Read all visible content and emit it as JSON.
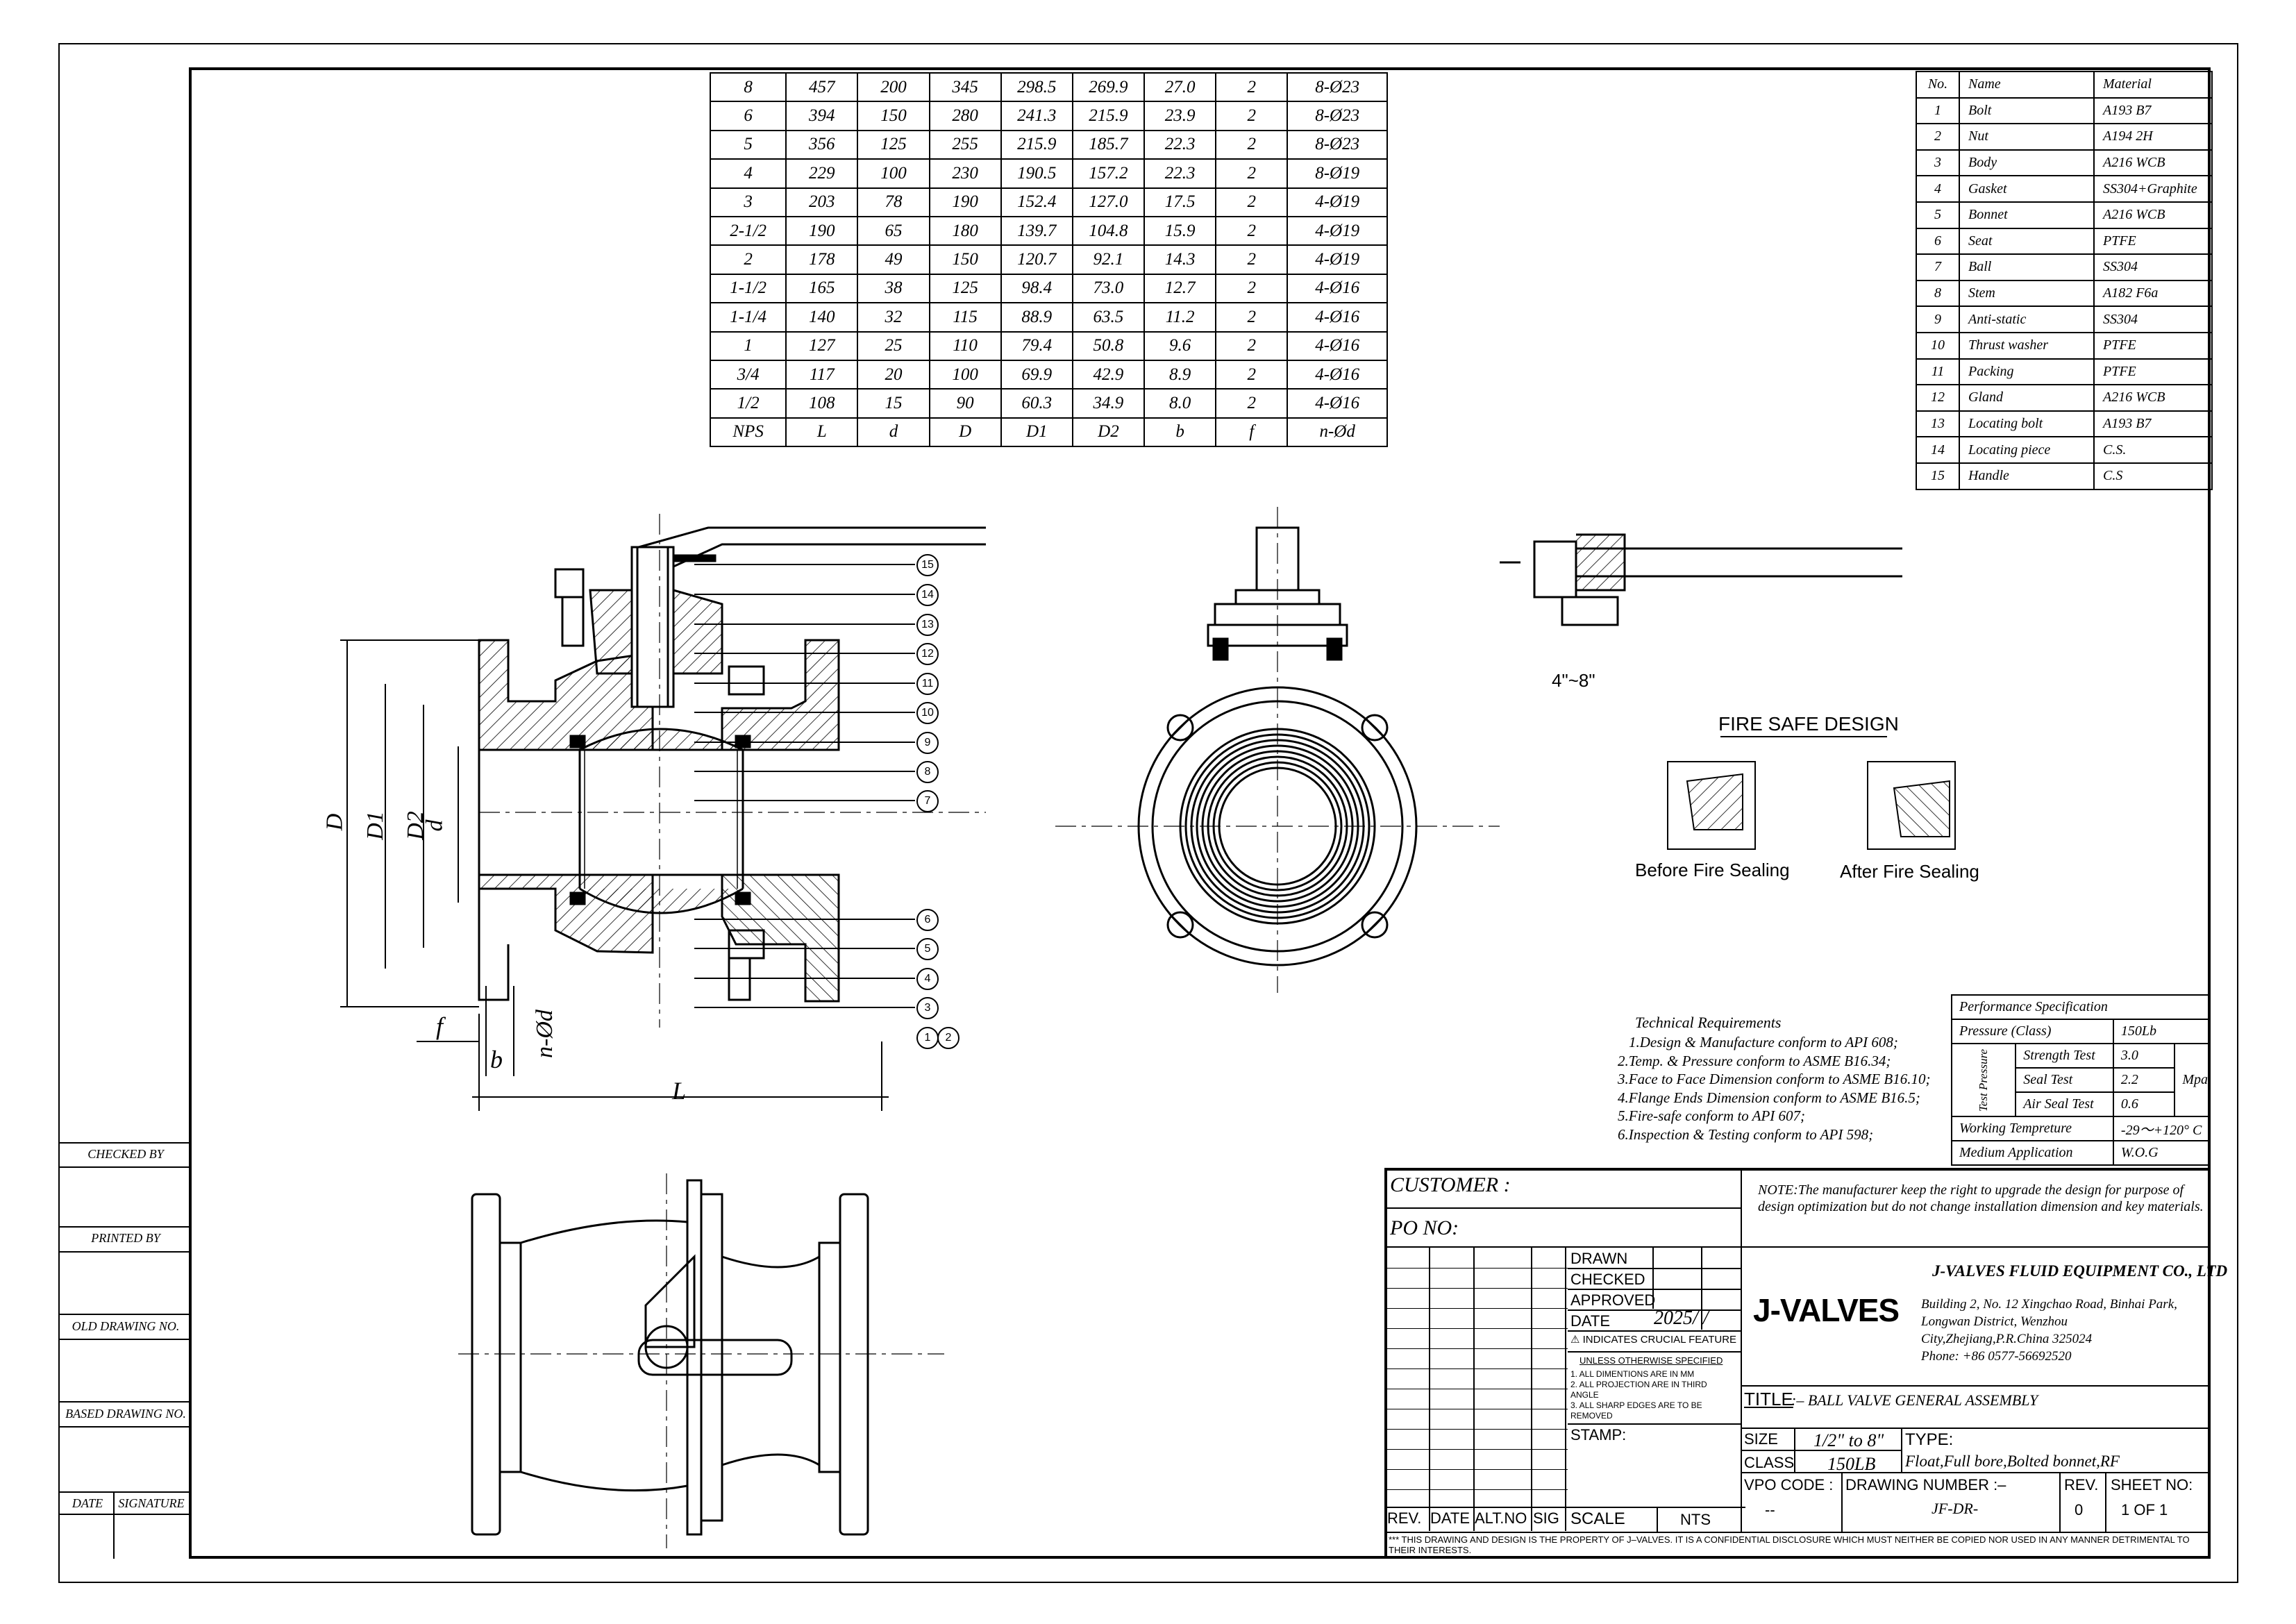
{
  "dimension_table": {
    "rows": [
      [
        "8",
        "457",
        "200",
        "345",
        "298.5",
        "269.9",
        "27.0",
        "2",
        "8-Ø23"
      ],
      [
        "6",
        "394",
        "150",
        "280",
        "241.3",
        "215.9",
        "23.9",
        "2",
        "8-Ø23"
      ],
      [
        "5",
        "356",
        "125",
        "255",
        "215.9",
        "185.7",
        "22.3",
        "2",
        "8-Ø23"
      ],
      [
        "4",
        "229",
        "100",
        "230",
        "190.5",
        "157.2",
        "22.3",
        "2",
        "8-Ø19"
      ],
      [
        "3",
        "203",
        "78",
        "190",
        "152.4",
        "127.0",
        "17.5",
        "2",
        "4-Ø19"
      ],
      [
        "2-1/2",
        "190",
        "65",
        "180",
        "139.7",
        "104.8",
        "15.9",
        "2",
        "4-Ø19"
      ],
      [
        "2",
        "178",
        "49",
        "150",
        "120.7",
        "92.1",
        "14.3",
        "2",
        "4-Ø19"
      ],
      [
        "1-1/2",
        "165",
        "38",
        "125",
        "98.4",
        "73.0",
        "12.7",
        "2",
        "4-Ø16"
      ],
      [
        "1-1/4",
        "140",
        "32",
        "115",
        "88.9",
        "63.5",
        "11.2",
        "2",
        "4-Ø16"
      ],
      [
        "1",
        "127",
        "25",
        "110",
        "79.4",
        "50.8",
        "9.6",
        "2",
        "4-Ø16"
      ],
      [
        "3/4",
        "117",
        "20",
        "100",
        "69.9",
        "42.9",
        "8.9",
        "2",
        "4-Ø16"
      ],
      [
        "1/2",
        "108",
        "15",
        "90",
        "60.3",
        "34.9",
        "8.0",
        "2",
        "4-Ø16"
      ]
    ],
    "headers": [
      "NPS",
      "L",
      "d",
      "D",
      "D1",
      "D2",
      "b",
      "f",
      "n-Ød"
    ]
  },
  "parts_list": {
    "headers": [
      "No.",
      "Name",
      "Material"
    ],
    "rows": [
      [
        "1",
        "Bolt",
        "A193 B7"
      ],
      [
        "2",
        "Nut",
        "A194 2H"
      ],
      [
        "3",
        "Body",
        "A216 WCB"
      ],
      [
        "4",
        "Gasket",
        "SS304+Graphite"
      ],
      [
        "5",
        "Bonnet",
        "A216 WCB"
      ],
      [
        "6",
        "Seat",
        "PTFE"
      ],
      [
        "7",
        "Ball",
        "SS304"
      ],
      [
        "8",
        "Stem",
        "A182 F6a"
      ],
      [
        "9",
        "Anti-static",
        "SS304"
      ],
      [
        "10",
        "Thrust washer",
        "PTFE"
      ],
      [
        "11",
        "Packing",
        "PTFE"
      ],
      [
        "12",
        "Gland",
        "A216 WCB"
      ],
      [
        "13",
        "Locating bolt",
        "A193 B7"
      ],
      [
        "14",
        "Locating piece",
        "C.S."
      ],
      [
        "15",
        "Handle",
        "C.S"
      ]
    ]
  },
  "section_view": {
    "dims": {
      "D": "D",
      "D1": "D1",
      "D2": "D2",
      "d": "d",
      "f": "f",
      "b": "b",
      "nd": "n-Ød",
      "L": "L"
    },
    "balloons": [
      "15",
      "14",
      "13",
      "12",
      "11",
      "10",
      "9",
      "8",
      "7",
      "6",
      "5",
      "4",
      "3",
      "1",
      "2"
    ]
  },
  "handle_detail": {
    "label": "4\"~8\""
  },
  "fire_safe": {
    "title": "FIRE SAFE DESIGN",
    "before": "Before Fire Sealing",
    "after": "After Fire Sealing"
  },
  "technical_requirements": {
    "title": "Technical Requirements",
    "items": [
      "1.Design & Manufacture conform to API 608;",
      "2.Temp. & Pressure conform to ASME B16.34;",
      "3.Face to Face Dimension conform to ASME B16.10;",
      "4.Flange Ends Dimension conform to ASME B16.5;",
      "5.Fire-safe conform to API 607;",
      "6.Inspection & Testing conform to API 598;"
    ]
  },
  "performance": {
    "title": "Performance Specification",
    "pressure_class_label": "Pressure (Class)",
    "pressure_class": "150Lb",
    "test_pressure_label": "Test Pressure",
    "strength_label": "Strength Test",
    "strength": "3.0",
    "seal_label": "Seal Test",
    "seal": "2.2",
    "air_label": "Air Seal Test",
    "air": "0.6",
    "unit": "Mpa",
    "temp_label": "Working Tempreture",
    "temp": "-29～+120° C",
    "medium_label": "Medium Application",
    "medium": "W.O.G"
  },
  "left_strip": {
    "checked_by": "CHECKED BY",
    "printed_by": "PRINTED BY",
    "old_drawing": "OLD DRAWING NO.",
    "based_drawing": "BASED DRAWING NO.",
    "date": "DATE",
    "signature": "SIGNATURE"
  },
  "title_block": {
    "customer": "CUSTOMER :",
    "po_no": "PO NO:",
    "note": "NOTE:The manufacturer keep the right to upgrade the design for purpose of design optimization but do not change installation dimension and key materials.",
    "drawn": "DRAWN",
    "checked": "CHECKED",
    "approved": "APPROVED",
    "date_label": "DATE",
    "date_value": "2025/ /",
    "crucial": "INDICATES CRUCIAL FEATURE",
    "unless": "UNLESS OTHERWISE SPECIFIED",
    "notes": [
      "1. ALL DIMENTIONS ARE IN MM",
      "2. ALL PROJECTION ARE IN THIRD ANGLE",
      "3. ALL SHARP EDGES ARE TO BE REMOVED"
    ],
    "stamp": "STAMP:",
    "rev": "REV.",
    "date2": "DATE",
    "altno": "ALT.NO",
    "sig": "SIG",
    "scale_label": "SCALE",
    "scale": "NTS",
    "logo": "J-VALVES",
    "company": "J-VALVES FLUID EQUIPMENT CO., LTD",
    "address": [
      "Building 2, No. 12 Xingchao Road, Binhai Park,",
      "Longwan District, Wenzhou",
      "City,Zhejiang,P.R.China 325024",
      "Phone: +86 0577-56692520"
    ],
    "title_label": "TITLE",
    "title": ":– BALL  VALVE GENERAL ASSEMBLY",
    "size_label": "SIZE",
    "size": "1/2\" to 8\"",
    "type_label": "TYPE:",
    "type": "Float,Full bore,Bolted bonnet,RF",
    "class_label": "CLASS",
    "class": "150LB",
    "vpo_label": "VPO CODE :",
    "vpo": "--",
    "drawing_number_label": "DRAWING NUMBER :–",
    "drawing_number": "JF-DR-",
    "rev_label": "REV.",
    "rev_value": "0",
    "sheet_label": "SHEET NO:",
    "sheet": "1 OF  1",
    "disclaimer": "*** THIS DRAWING AND DESIGN IS THE PROPERTY OF J–VALVES. IT IS A CONFIDENTIAL DISCLOSURE WHICH MUST NEITHER BE COPIED NOR USED IN ANY MANNER DETRIMENTAL TO THEIR INTERESTS."
  }
}
